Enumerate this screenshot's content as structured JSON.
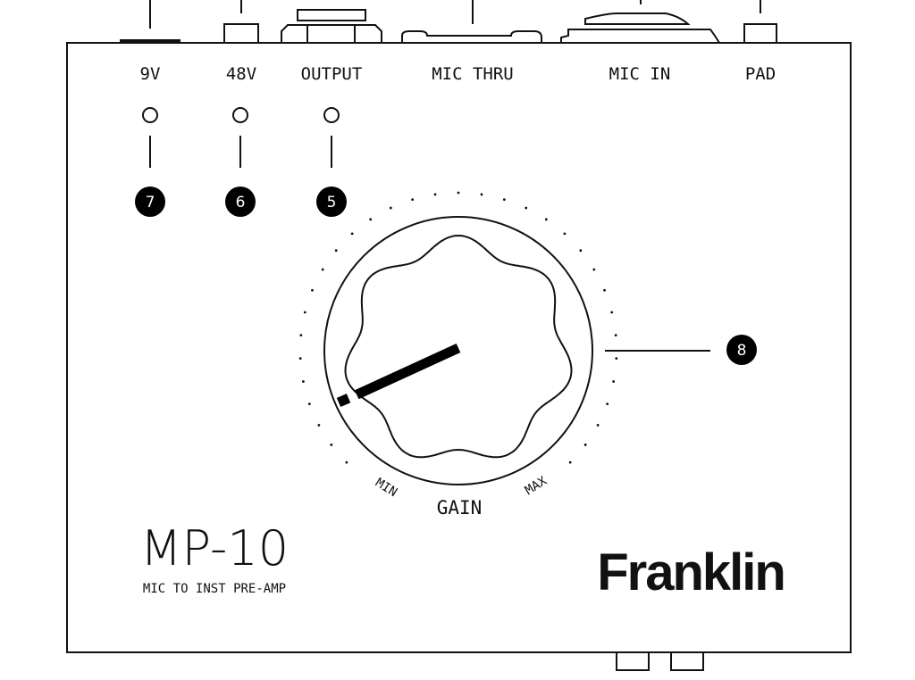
{
  "ports": [
    {
      "label": "9V"
    },
    {
      "label": "48V"
    },
    {
      "label": "OUTPUT"
    },
    {
      "label": "MIC THRU"
    },
    {
      "label": "MIC IN"
    },
    {
      "label": "PAD"
    }
  ],
  "callouts": {
    "c7": "7",
    "c6": "6",
    "c5": "5",
    "c8": "8"
  },
  "knob": {
    "label": "GAIN",
    "min": "MIN",
    "max": "MAX",
    "position_fraction": 0.08
  },
  "model": {
    "name": "MP-10",
    "subtitle": "MIC TO INST PRE-AMP"
  },
  "brand": "Franklin"
}
